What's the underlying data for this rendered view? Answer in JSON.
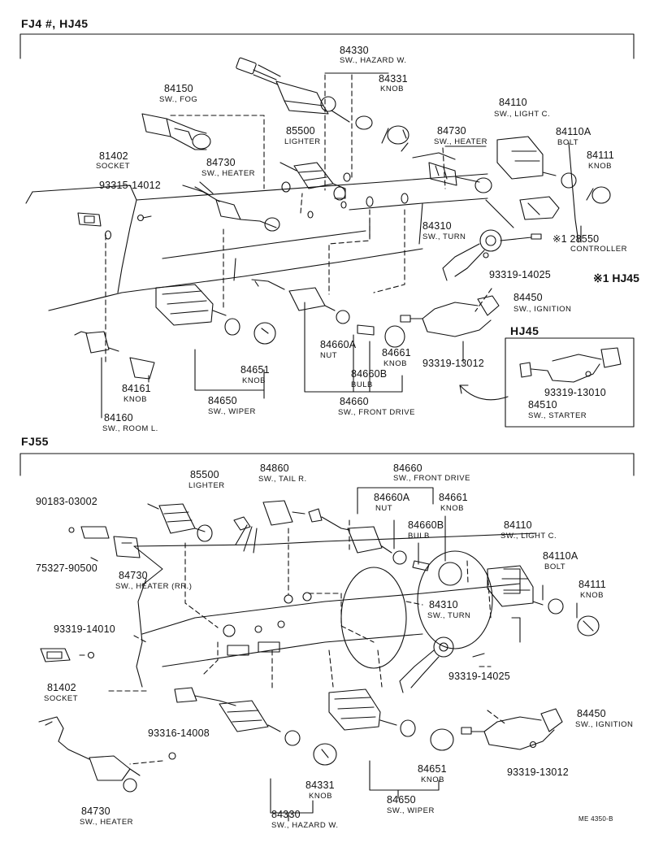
{
  "sections": {
    "fj4_title": "FJ4 #, HJ45",
    "fj55_title": "FJ55",
    "hj45_inset_title": "HJ45",
    "hj45_callout": "※1 HJ45"
  },
  "fj4_parts": [
    {
      "id": "p84330",
      "number": "84330",
      "desc": "SW., HAZARD W."
    },
    {
      "id": "p84331",
      "number": "84331",
      "desc": "KNOB"
    },
    {
      "id": "p84150",
      "number": "84150",
      "desc": "SW., FOG"
    },
    {
      "id": "p84110",
      "number": "84110",
      "desc": "SW., LIGHT C."
    },
    {
      "id": "p85500",
      "number": "85500",
      "desc": "LIGHTER"
    },
    {
      "id": "p84730a",
      "number": "84730",
      "desc": "SW., HEATER"
    },
    {
      "id": "p84110A",
      "number": "84110A",
      "desc": "BOLT"
    },
    {
      "id": "p84111",
      "number": "84111",
      "desc": "KNOB"
    },
    {
      "id": "p81402",
      "number": "81402",
      "desc": "SOCKET"
    },
    {
      "id": "p84730b",
      "number": "84730",
      "desc": "SW., HEATER"
    },
    {
      "id": "p93315",
      "number": "93315-14012",
      "desc": ""
    },
    {
      "id": "p84310",
      "number": "84310",
      "desc": "SW., TURN"
    },
    {
      "id": "p28550",
      "number": "※1 28550",
      "desc": "CONTROLLER"
    },
    {
      "id": "p93319a",
      "number": "93319-14025",
      "desc": ""
    },
    {
      "id": "p84450",
      "number": "84450",
      "desc": "SW., IGNITION"
    },
    {
      "id": "p84660A",
      "number": "84660A",
      "desc": "NUT"
    },
    {
      "id": "p84661",
      "number": "84661",
      "desc": "KNOB"
    },
    {
      "id": "p84660B",
      "number": "84660B",
      "desc": "BULB"
    },
    {
      "id": "p93319b",
      "number": "93319-13012",
      "desc": ""
    },
    {
      "id": "p84651",
      "number": "84651",
      "desc": "KNOB"
    },
    {
      "id": "p84161",
      "number": "84161",
      "desc": "KNOB"
    },
    {
      "id": "p84650",
      "number": "84650",
      "desc": "SW., WIPER"
    },
    {
      "id": "p84660",
      "number": "84660",
      "desc": "SW., FRONT DRIVE"
    },
    {
      "id": "p84160",
      "number": "84160",
      "desc": "SW., ROOM L."
    }
  ],
  "hj45_parts": [
    {
      "id": "h93319",
      "number": "93319-13010",
      "desc": ""
    },
    {
      "id": "h84510",
      "number": "84510",
      "desc": "SW., STARTER"
    }
  ],
  "fj55_parts": [
    {
      "id": "f85500",
      "number": "85500",
      "desc": "LIGHTER"
    },
    {
      "id": "f84860",
      "number": "84860",
      "desc": "SW., TAIL R."
    },
    {
      "id": "f84660",
      "number": "84660",
      "desc": "SW., FRONT DRIVE"
    },
    {
      "id": "f90183",
      "number": "90183-03002",
      "desc": ""
    },
    {
      "id": "f84660A",
      "number": "84660A",
      "desc": "NUT"
    },
    {
      "id": "f84661",
      "number": "84661",
      "desc": "KNOB"
    },
    {
      "id": "f84660B",
      "number": "84660B",
      "desc": "BULB"
    },
    {
      "id": "f84110",
      "number": "84110",
      "desc": "SW., LIGHT C."
    },
    {
      "id": "f75327",
      "number": "75327-90500",
      "desc": ""
    },
    {
      "id": "f84730a",
      "number": "84730",
      "desc": "SW., HEATER (RR.)"
    },
    {
      "id": "f84110A",
      "number": "84110A",
      "desc": "BOLT"
    },
    {
      "id": "f84111",
      "number": "84111",
      "desc": "KNOB"
    },
    {
      "id": "f84310",
      "number": "84310",
      "desc": "SW., TURN"
    },
    {
      "id": "f93319a",
      "number": "93319-14010",
      "desc": ""
    },
    {
      "id": "f81402",
      "number": "81402",
      "desc": "SOCKET"
    },
    {
      "id": "f93319b",
      "number": "93319-14025",
      "desc": ""
    },
    {
      "id": "f84450",
      "number": "84450",
      "desc": "SW., IGNITION"
    },
    {
      "id": "f93316",
      "number": "93316-14008",
      "desc": ""
    },
    {
      "id": "f84651",
      "number": "84651",
      "desc": "KNOB"
    },
    {
      "id": "f93319c",
      "number": "93319-13012",
      "desc": ""
    },
    {
      "id": "f84331",
      "number": "84331",
      "desc": "KNOB"
    },
    {
      "id": "f84650",
      "number": "84650",
      "desc": "SW., WIPER"
    },
    {
      "id": "f84730b",
      "number": "84730",
      "desc": "SW., HEATER"
    },
    {
      "id": "f84330",
      "number": "84330",
      "desc": "SW., HAZARD W."
    }
  ],
  "footer": {
    "code": "ME 4350-B"
  }
}
